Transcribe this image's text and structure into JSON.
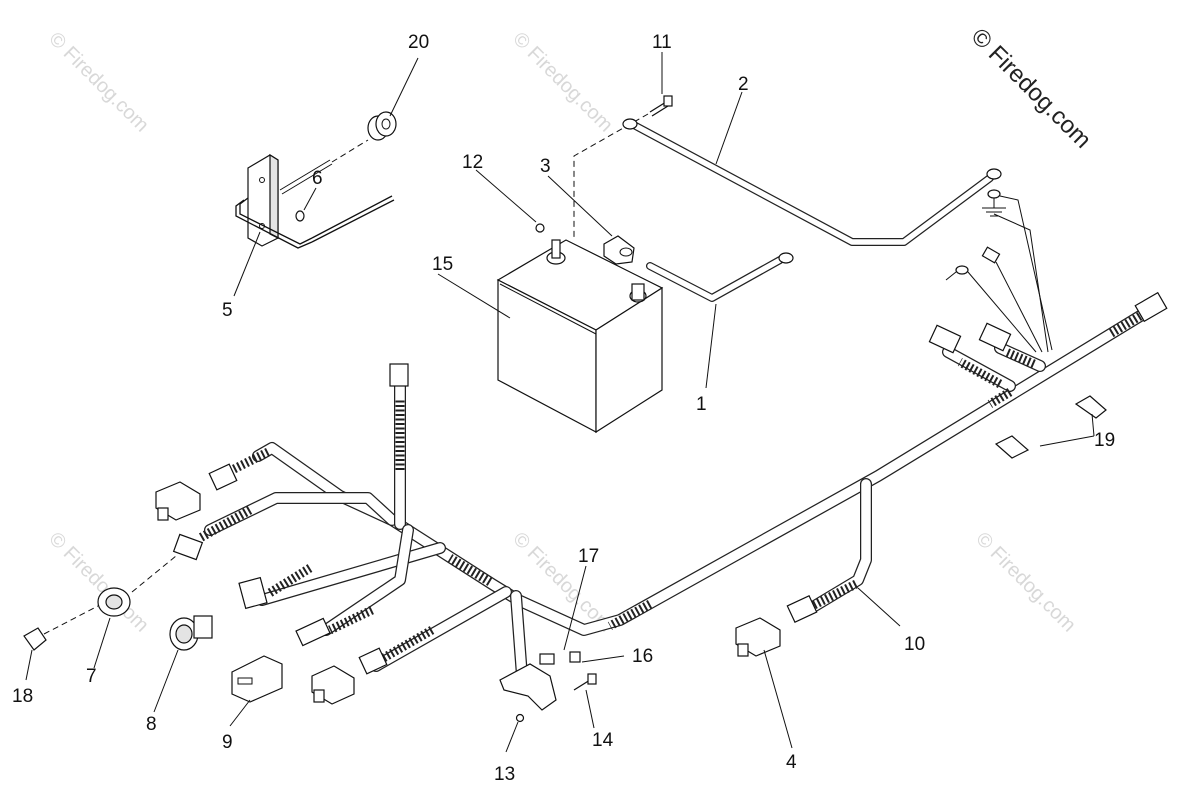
{
  "watermarks": {
    "main": "© Firedog.com",
    "faint": "© Firedog.com"
  },
  "callouts": {
    "c1": "1",
    "c2": "2",
    "c3": "3",
    "c4": "4",
    "c5": "5",
    "c6": "6",
    "c7": "7",
    "c8": "8",
    "c9": "9",
    "c10": "10",
    "c11": "11",
    "c12": "12",
    "c13": "13",
    "c14": "14",
    "c15": "15",
    "c16": "16",
    "c17": "17",
    "c18": "18",
    "c19": "19",
    "c20": "20"
  },
  "colors": {
    "ink": "#111111",
    "watermark": "#d8d8d8",
    "background": "#ffffff"
  }
}
